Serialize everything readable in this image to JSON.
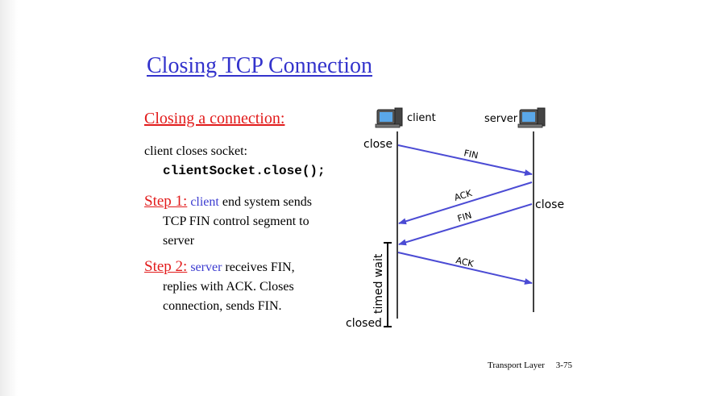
{
  "slide": {
    "title": "Closing TCP Connection",
    "subtitle": "Closing a connection:",
    "intro": "client closes socket:",
    "code": "clientSocket.close();",
    "step1": {
      "label": "Step 1:",
      "actor": "client",
      "text1": " end system sends",
      "text2": "TCP FIN control segment to",
      "text3": "server"
    },
    "step2": {
      "label": "Step 2:",
      "actor": "server",
      "text1": " receives FIN,",
      "text2": "replies with ACK. Closes",
      "text3": "connection, sends FIN."
    }
  },
  "diagram": {
    "client_label": "client",
    "server_label": "server",
    "client_close": "close",
    "server_close": "close",
    "timed_wait": "timed wait",
    "closed": "closed",
    "messages": [
      "FIN",
      "ACK",
      "FIN",
      "ACK"
    ],
    "arrow_color": "#4b4bd4"
  },
  "footer": {
    "section": "Transport Layer",
    "page": "3-75"
  }
}
